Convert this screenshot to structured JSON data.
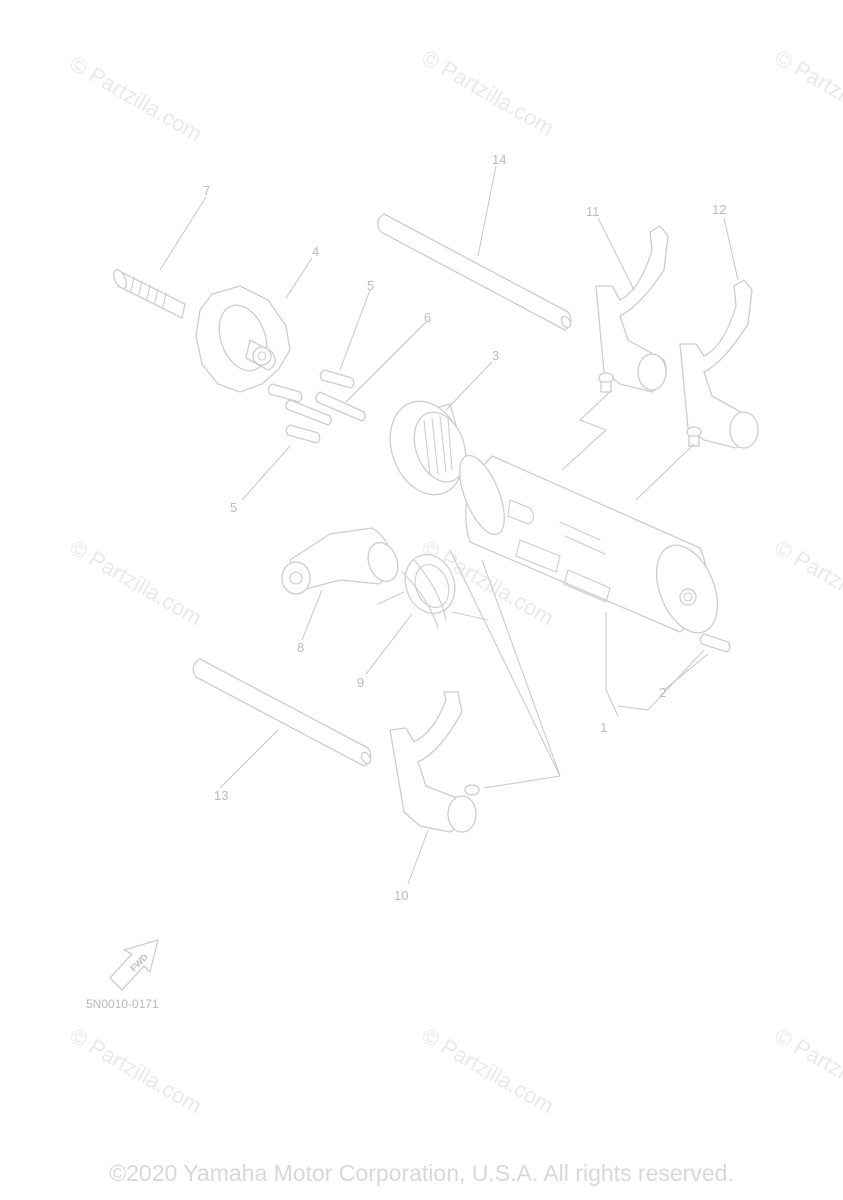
{
  "watermark": {
    "text": "© Partzilla.com"
  },
  "callouts": {
    "p1": "1",
    "p2": "2",
    "p3": "3",
    "p4": "4",
    "p5a": "5",
    "p5b": "5",
    "p6": "6",
    "p7": "7",
    "p8": "8",
    "p9": "9",
    "p10": "10",
    "p11": "11",
    "p12": "12",
    "p13": "13",
    "p14": "14"
  },
  "fwd_arrow": {
    "label": "FWD",
    "icon": "fwd-arrow-icon"
  },
  "diagram_code": "5N0010-0171",
  "copyright": "©2020 Yamaha Motor Corporation, U.S.A. All rights reserved.",
  "colors": {
    "line": "#cdcdcd",
    "watermark": "#e7ece3",
    "text": "#bcbcbc"
  }
}
